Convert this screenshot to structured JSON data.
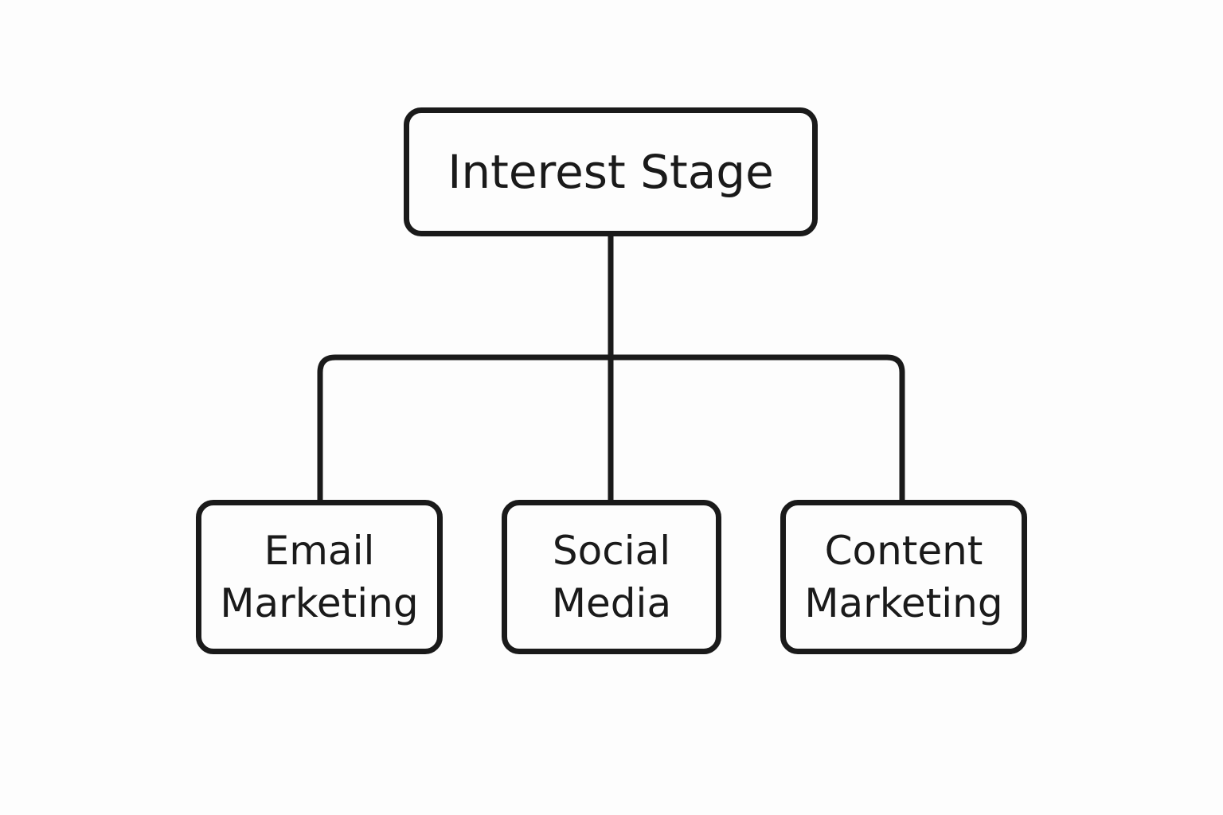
{
  "root": {
    "label": "Interest Stage"
  },
  "children": [
    {
      "line1": "Email",
      "line2": "Marketing"
    },
    {
      "line1": "Social",
      "line2": "Media"
    },
    {
      "line1": "Content",
      "line2": "Marketing"
    }
  ]
}
